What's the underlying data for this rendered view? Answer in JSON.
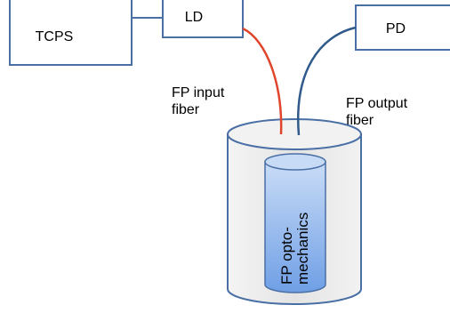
{
  "boxes": {
    "tcps": "TCPS",
    "ld": "LD",
    "pd": "PD"
  },
  "labels": {
    "fp_input_line1": "FP input",
    "fp_input_line2": "fiber",
    "fp_output_line1": "FP output",
    "fp_output_line2": "fiber",
    "optomech_line1": "FP opto-",
    "optomech_line2": "mechanics"
  },
  "colors": {
    "input_fiber": "#e0452c",
    "output_fiber": "#2f5a8a",
    "box_stroke": "#4a6fa5",
    "canister_fill": "#e8e8e8",
    "canister_stroke": "#4a6fa5",
    "core_fill": "#8fb8ee",
    "core_stroke": "#4a6fa5"
  }
}
